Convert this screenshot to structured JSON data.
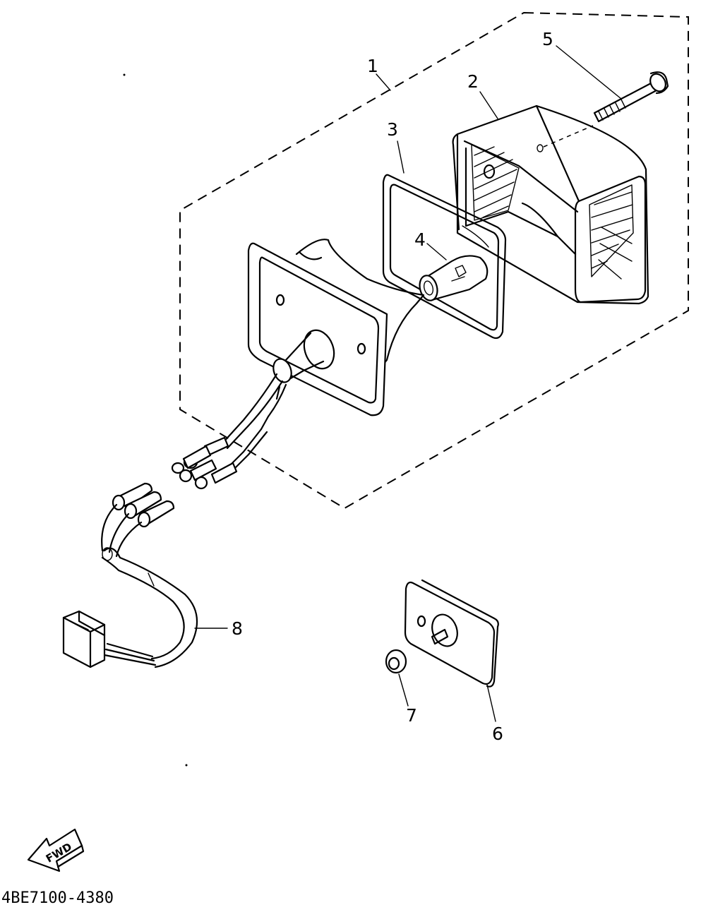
{
  "callouts": [
    {
      "id": "1",
      "text": "1"
    },
    {
      "id": "2",
      "text": "2"
    },
    {
      "id": "3",
      "text": "3"
    },
    {
      "id": "4",
      "text": "4"
    },
    {
      "id": "5",
      "text": "5"
    },
    {
      "id": "6",
      "text": "6"
    },
    {
      "id": "7",
      "text": "7"
    },
    {
      "id": "8",
      "text": "8"
    }
  ],
  "direction_marker": {
    "text": "FWD",
    "icon": "fwd-arrow-icon"
  },
  "diagram_code": "4BE7100-4380",
  "colors": {
    "ink": "#000000",
    "background": "#ffffff"
  }
}
